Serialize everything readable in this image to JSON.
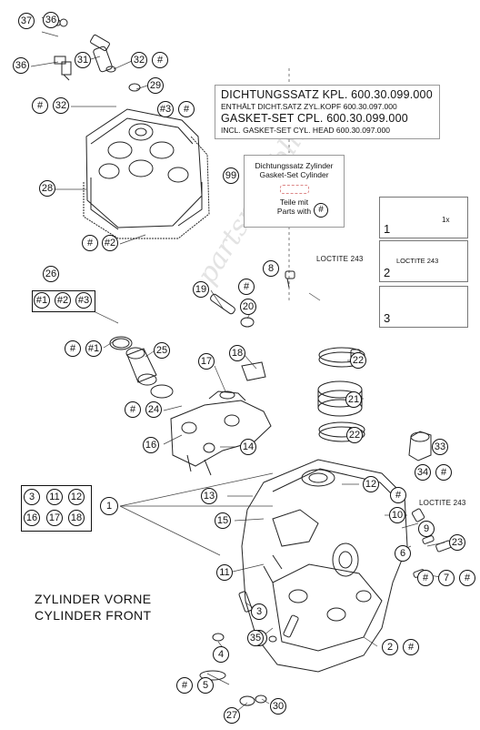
{
  "kit_box": {
    "line1": "DICHTUNGSSATZ KPL.  600.30.099.000",
    "line2": "ENTHÄLT DICHT.SATZ ZYL.KOPF 600.30.097.000",
    "line3": "GASKET-SET CPL.          600.30.099.000",
    "line4": "INCL. GASKET-SET CYL. HEAD 600.30.097.000"
  },
  "note_box": {
    "number": "99",
    "line1": "Dichtungssatz Zylinder",
    "line2": "Gasket-Set Cylinder",
    "line3": "Teile mit",
    "line4": "Parts with",
    "symbol": "#"
  },
  "insets": [
    {
      "number": "1",
      "label": "1x"
    },
    {
      "number": "2",
      "label": "LOCTITE 243"
    },
    {
      "number": "3",
      "label": ""
    }
  ],
  "loctite_labels": [
    "LOCTITE 243",
    "LOCTITE 243"
  ],
  "caption": {
    "line1": "ZYLINDER VORNE",
    "line2": "CYLINDER FRONT"
  },
  "watermark": "partsrepublik",
  "group_26": [
    "#1",
    "#2",
    "#3"
  ],
  "group_1": [
    "3",
    "11",
    "12",
    "16",
    "17",
    "18"
  ],
  "callouts": [
    "37",
    "36",
    "36",
    "31",
    "32",
    "#",
    "29",
    "#",
    "32",
    "#3",
    "#",
    "28",
    "#",
    "#2",
    "26",
    "8",
    "19",
    "#",
    "20",
    "#",
    "#1",
    "25",
    "18",
    "17",
    "22",
    "21",
    "#",
    "24",
    "16",
    "14",
    "22",
    "33",
    "34",
    "#",
    "12",
    "13",
    "1",
    "#",
    "15",
    "10",
    "9",
    "6",
    "23",
    "11",
    "#",
    "7",
    "#",
    "3",
    "3",
    "35",
    "4",
    "2",
    "#",
    "#",
    "5",
    "27",
    "30"
  ]
}
